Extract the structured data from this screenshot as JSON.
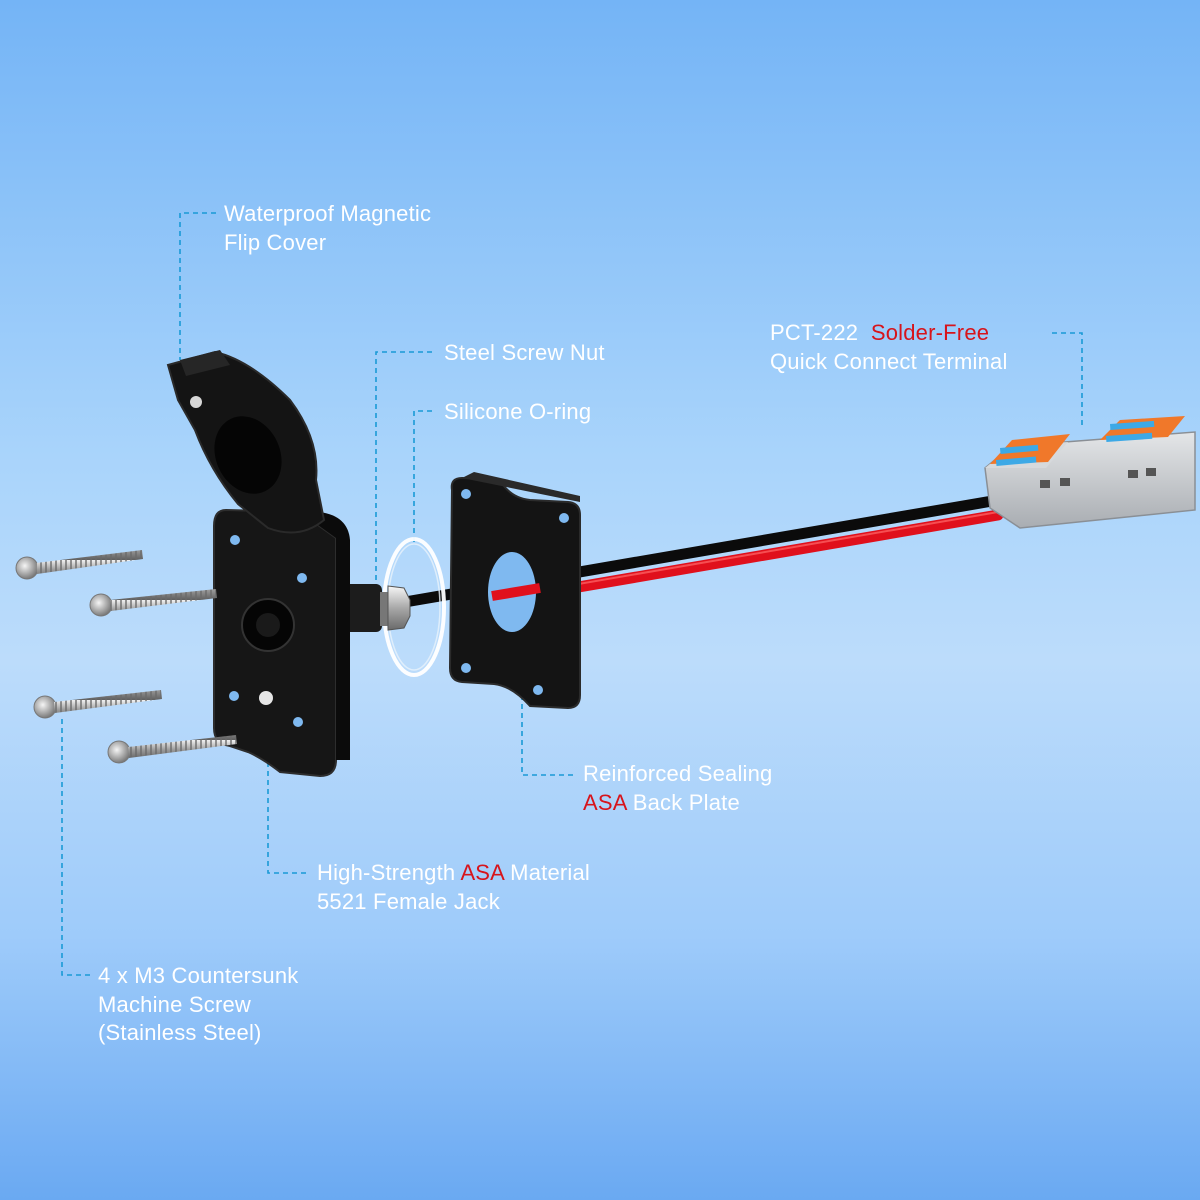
{
  "labels": {
    "flip_cover": {
      "line1": "Waterproof Magnetic",
      "line2": "Flip Cover"
    },
    "screw_nut": {
      "line1": "Steel Screw Nut"
    },
    "o_ring": {
      "line1": "Silicone O-ring"
    },
    "terminal": {
      "line1_a": "PCT-222",
      "line1_b": "Solder-Free",
      "line2": "Quick Connect Terminal"
    },
    "back_plate": {
      "line1": "Reinforced Sealing",
      "line2_a": "ASA",
      "line2_b": " Back Plate"
    },
    "jack": {
      "line1_a": "High-Strength ",
      "line1_b": "ASA",
      "line1_c": " Material",
      "line2": "5521 Female Jack"
    },
    "screws": {
      "line1": "4 x M3 Countersunk",
      "line2": "Machine Screw",
      "line3": "(Stainless Steel)"
    }
  },
  "colors": {
    "background_top": "#74b4f6",
    "background_mid": "#bcdcfb",
    "label_text": "#ffffff",
    "highlight_text": "#d7141b",
    "leader_line": "#1a9ad6",
    "wire_red": "#e0101c",
    "wire_black": "#0b0b0b",
    "asa_part": "#161616",
    "terminal_body": "#c8ccd0",
    "terminal_lever_orange": "#f0782a",
    "terminal_lever_blue": "#3da9e6"
  }
}
